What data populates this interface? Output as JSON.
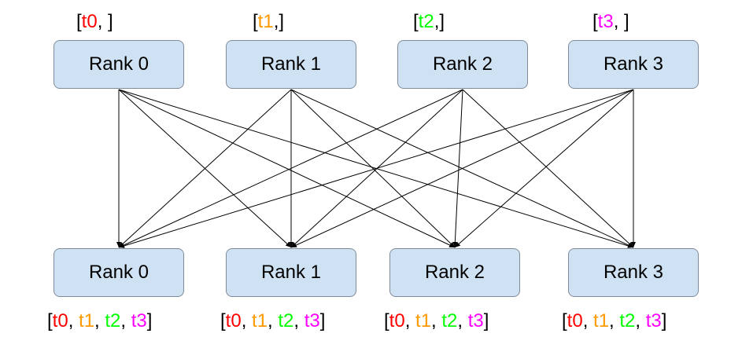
{
  "colors": {
    "t0": "#ff0000",
    "t1": "#ff9900",
    "t2": "#00ff00",
    "t3": "#ff00ff",
    "node_fill": "#cfe2f3",
    "node_border": "#7f8b99",
    "edge": "#000000"
  },
  "top_nodes": [
    {
      "label": "Rank 0",
      "data": {
        "open": "[",
        "token": "t0",
        "close": ", ]"
      }
    },
    {
      "label": "Rank 1",
      "data": {
        "open": "[",
        "token": "t1",
        "close": ",]"
      }
    },
    {
      "label": "Rank 2",
      "data": {
        "open": "[",
        "token": "t2",
        "close": ",]"
      }
    },
    {
      "label": "Rank 3",
      "data": {
        "open": "[",
        "token": "t3",
        "close": ", ]"
      }
    }
  ],
  "bottom_nodes": [
    {
      "label": "Rank 0"
    },
    {
      "label": "Rank 1"
    },
    {
      "label": "Rank 2"
    },
    {
      "label": "Rank 3"
    }
  ],
  "gathered": {
    "open": "[",
    "close": "]",
    "sep": ", ",
    "tokens": [
      "t0",
      "t1",
      "t2",
      "t3"
    ]
  },
  "edges": "all-to-all"
}
